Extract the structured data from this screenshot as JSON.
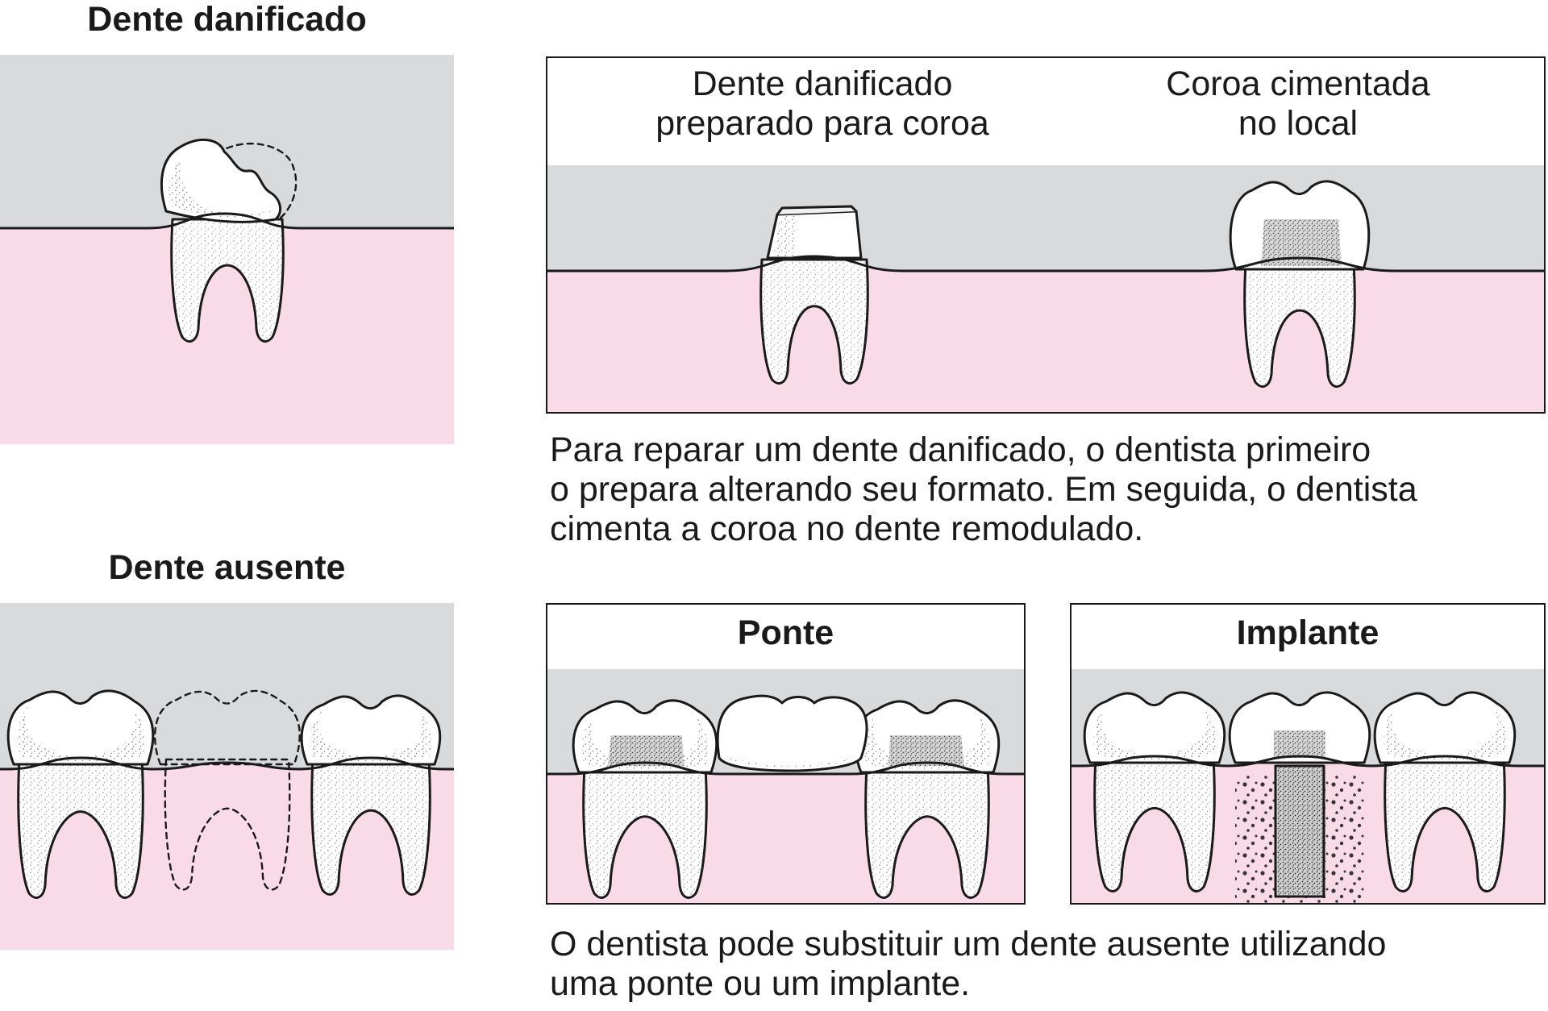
{
  "panels": {
    "damaged_tooth": {
      "heading": "Dente danificado"
    },
    "crown": {
      "label_left_line1": "Dente danificado",
      "label_left_line2": "preparado para coroa",
      "label_right_line1": "Coroa cimentada",
      "label_right_line2": "no local",
      "caption": "Para reparar um dente danificado, o dentista primeiro\no prepara alterando seu formato. Em seguida, o dentista\ncimenta a coroa no dente remodulado."
    },
    "missing_tooth": {
      "heading": "Dente ausente"
    },
    "bridge": {
      "heading": "Ponte"
    },
    "implant": {
      "heading": "Implante"
    },
    "replacement_caption": "O dentista pode substituir um dente ausente utilizando\numa ponte ou um implante."
  },
  "colors": {
    "background": "#d9dadc",
    "gum": "#f8dbe6",
    "outline": "#1a1a1a",
    "tooth": "#ffffff"
  }
}
